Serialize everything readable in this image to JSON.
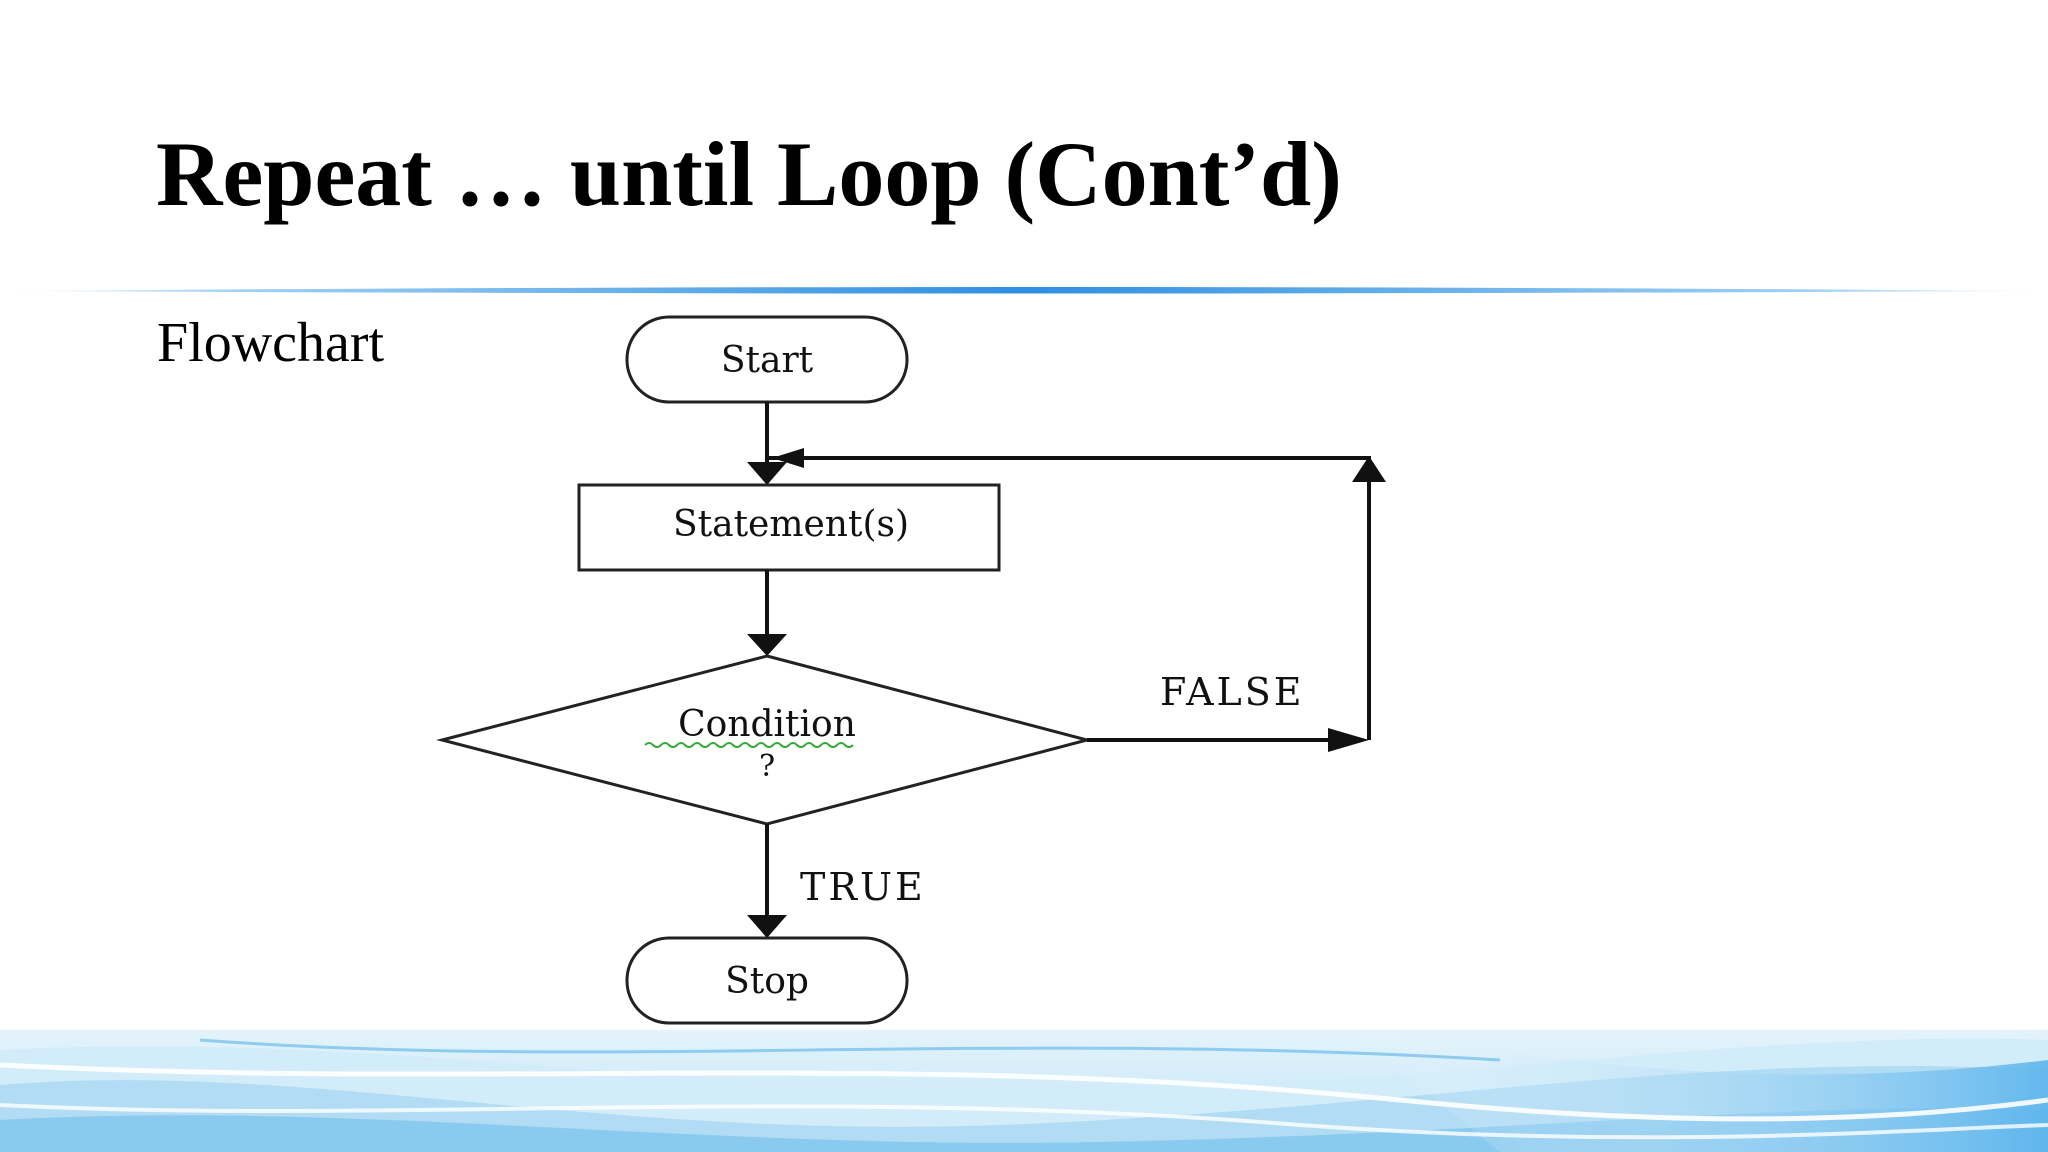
{
  "slide": {
    "title": "Repeat … until Loop (Cont’d)",
    "body_label": "Flowchart"
  },
  "flowchart": {
    "nodes": {
      "start": "Start",
      "statements": "Statement(s)",
      "condition_line1": "Condition",
      "condition_line2": "?",
      "stop": "Stop"
    },
    "edges": {
      "false_label": "FALSE",
      "true_label": "TRUE"
    }
  },
  "colors": {
    "accent_blue": "#2f8fe0",
    "wave_light": "#bfe3f7",
    "wave_mid": "#7fc4ee",
    "stroke": "#222222"
  }
}
